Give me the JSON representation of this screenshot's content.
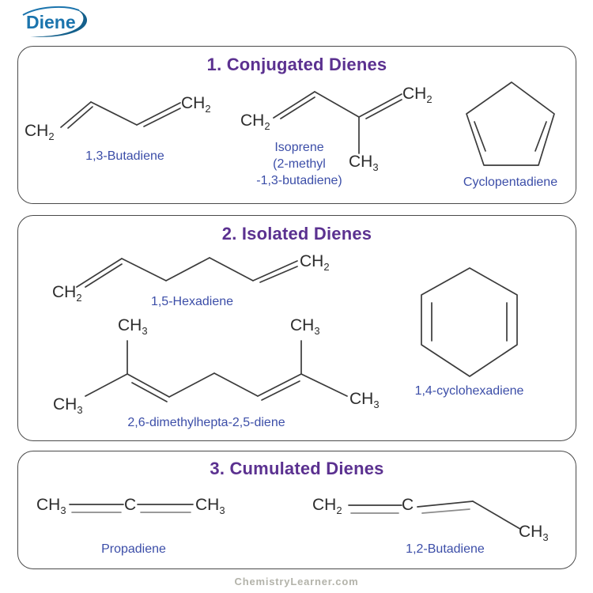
{
  "logo": {
    "text": "Diene"
  },
  "footer": {
    "text": "ChemistryLearner.com"
  },
  "atoms": {
    "ch2": {
      "main": "CH",
      "sub": "2"
    },
    "ch3": {
      "main": "CH",
      "sub": "3"
    },
    "c": {
      "main": "C"
    }
  },
  "sections": [
    {
      "title": "1. Conjugated Dienes",
      "molecules": [
        {
          "name": "1,3-Butadiene"
        },
        {
          "name_lines": [
            "Isoprene",
            "(2-methyl",
            "-1,3-butadiene)"
          ]
        },
        {
          "name": "Cyclopentadiene"
        }
      ]
    },
    {
      "title": "2. Isolated Dienes",
      "molecules": [
        {
          "name": "1,5-Hexadiene"
        },
        {
          "name": "2,6-dimethylhepta-2,5-diene"
        },
        {
          "name": "1,4-cyclohexadiene"
        }
      ]
    },
    {
      "title": "3. Cumulated Dienes",
      "molecules": [
        {
          "name": "Propadiene"
        },
        {
          "name": "1,2-Butadiene"
        }
      ]
    }
  ],
  "colors": {
    "heading_purple": "#5b3190",
    "label_blue": "#3c4ea8",
    "bond_dark": "#3b3b3b",
    "bond_gray": "#8c8c8c",
    "logo_blue": "#1b74ad",
    "logo_dark_blue": "#14608c",
    "watermark_gray": "#b3b3aa",
    "box_border": "#4a4a4a"
  }
}
